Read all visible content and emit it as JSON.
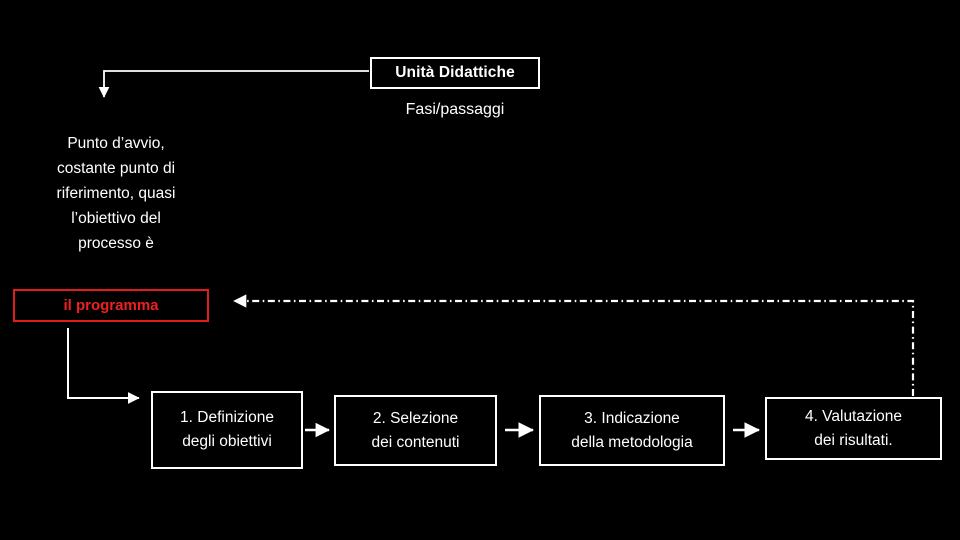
{
  "slide": {
    "background_color": "#000000",
    "text_color": "#ffffff",
    "accent_color": "#ef2020"
  },
  "title_box": {
    "label": "Unità Didattiche"
  },
  "subtitle": {
    "label": "Fasi/passaggi"
  },
  "left_paragraph": {
    "text": "Punto d’avvio,\ncostante punto di\nriferimento, quasi\nl’obiettivo del\nprocesso è"
  },
  "red_box": {
    "label": "il programma",
    "border_color": "#e21b1b",
    "text_color": "#ef2020"
  },
  "steps": [
    {
      "label": "1.   Definizione\ndegli obiettivi"
    },
    {
      "label": "2.    Selezione\ndei contenuti"
    },
    {
      "label": "3. Indicazione\ndella metodologia"
    },
    {
      "label": "4.   Valutazione\ndei risultati."
    }
  ],
  "connectors": [
    {
      "name": "title-to-left-down-arrow",
      "style": "solid",
      "color": "#ffffff"
    },
    {
      "name": "programma-to-step1-arrow",
      "style": "solid",
      "color": "#ffffff"
    },
    {
      "name": "step1-to-step2-arrow",
      "style": "solid",
      "color": "#ffffff"
    },
    {
      "name": "step2-to-step3-arrow",
      "style": "solid",
      "color": "#ffffff"
    },
    {
      "name": "step3-to-step4-arrow",
      "style": "solid",
      "color": "#ffffff"
    },
    {
      "name": "step4-to-programma-dashdot-arrow",
      "style": "dash-dot",
      "color": "#ffffff"
    }
  ]
}
